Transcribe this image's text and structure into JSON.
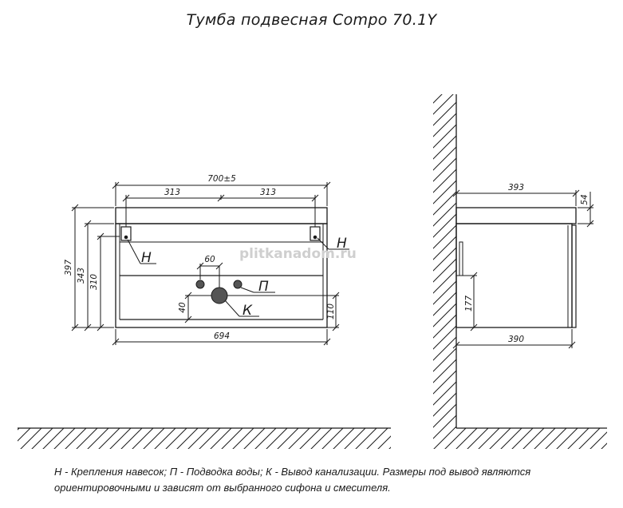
{
  "title": "Тумба подвесная Compo 70.1Y",
  "watermark": "plitkanadom.ru",
  "front_view": {
    "dims": {
      "overall_width": "700±5",
      "left_half": "313",
      "right_half": "313",
      "bottom_width": "694",
      "height_397": "397",
      "height_343": "343",
      "height_310": "310",
      "dim_60": "60",
      "dim_40": "40",
      "dim_110": "110"
    },
    "labels": {
      "mount_left": "Н",
      "mount_right": "Н",
      "water": "П",
      "drain": "К"
    }
  },
  "side_view": {
    "dims": {
      "depth_top": "393",
      "top_thickness": "54",
      "depth_bottom": "390",
      "height_177": "177"
    }
  },
  "legend": {
    "line1": "Н - Крепления навесок; П - Подводка воды; К - Вывод канализации. Размеры под вывод являются",
    "line2": "ориентировочными и зависят от выбранного сифона и смесителя."
  }
}
